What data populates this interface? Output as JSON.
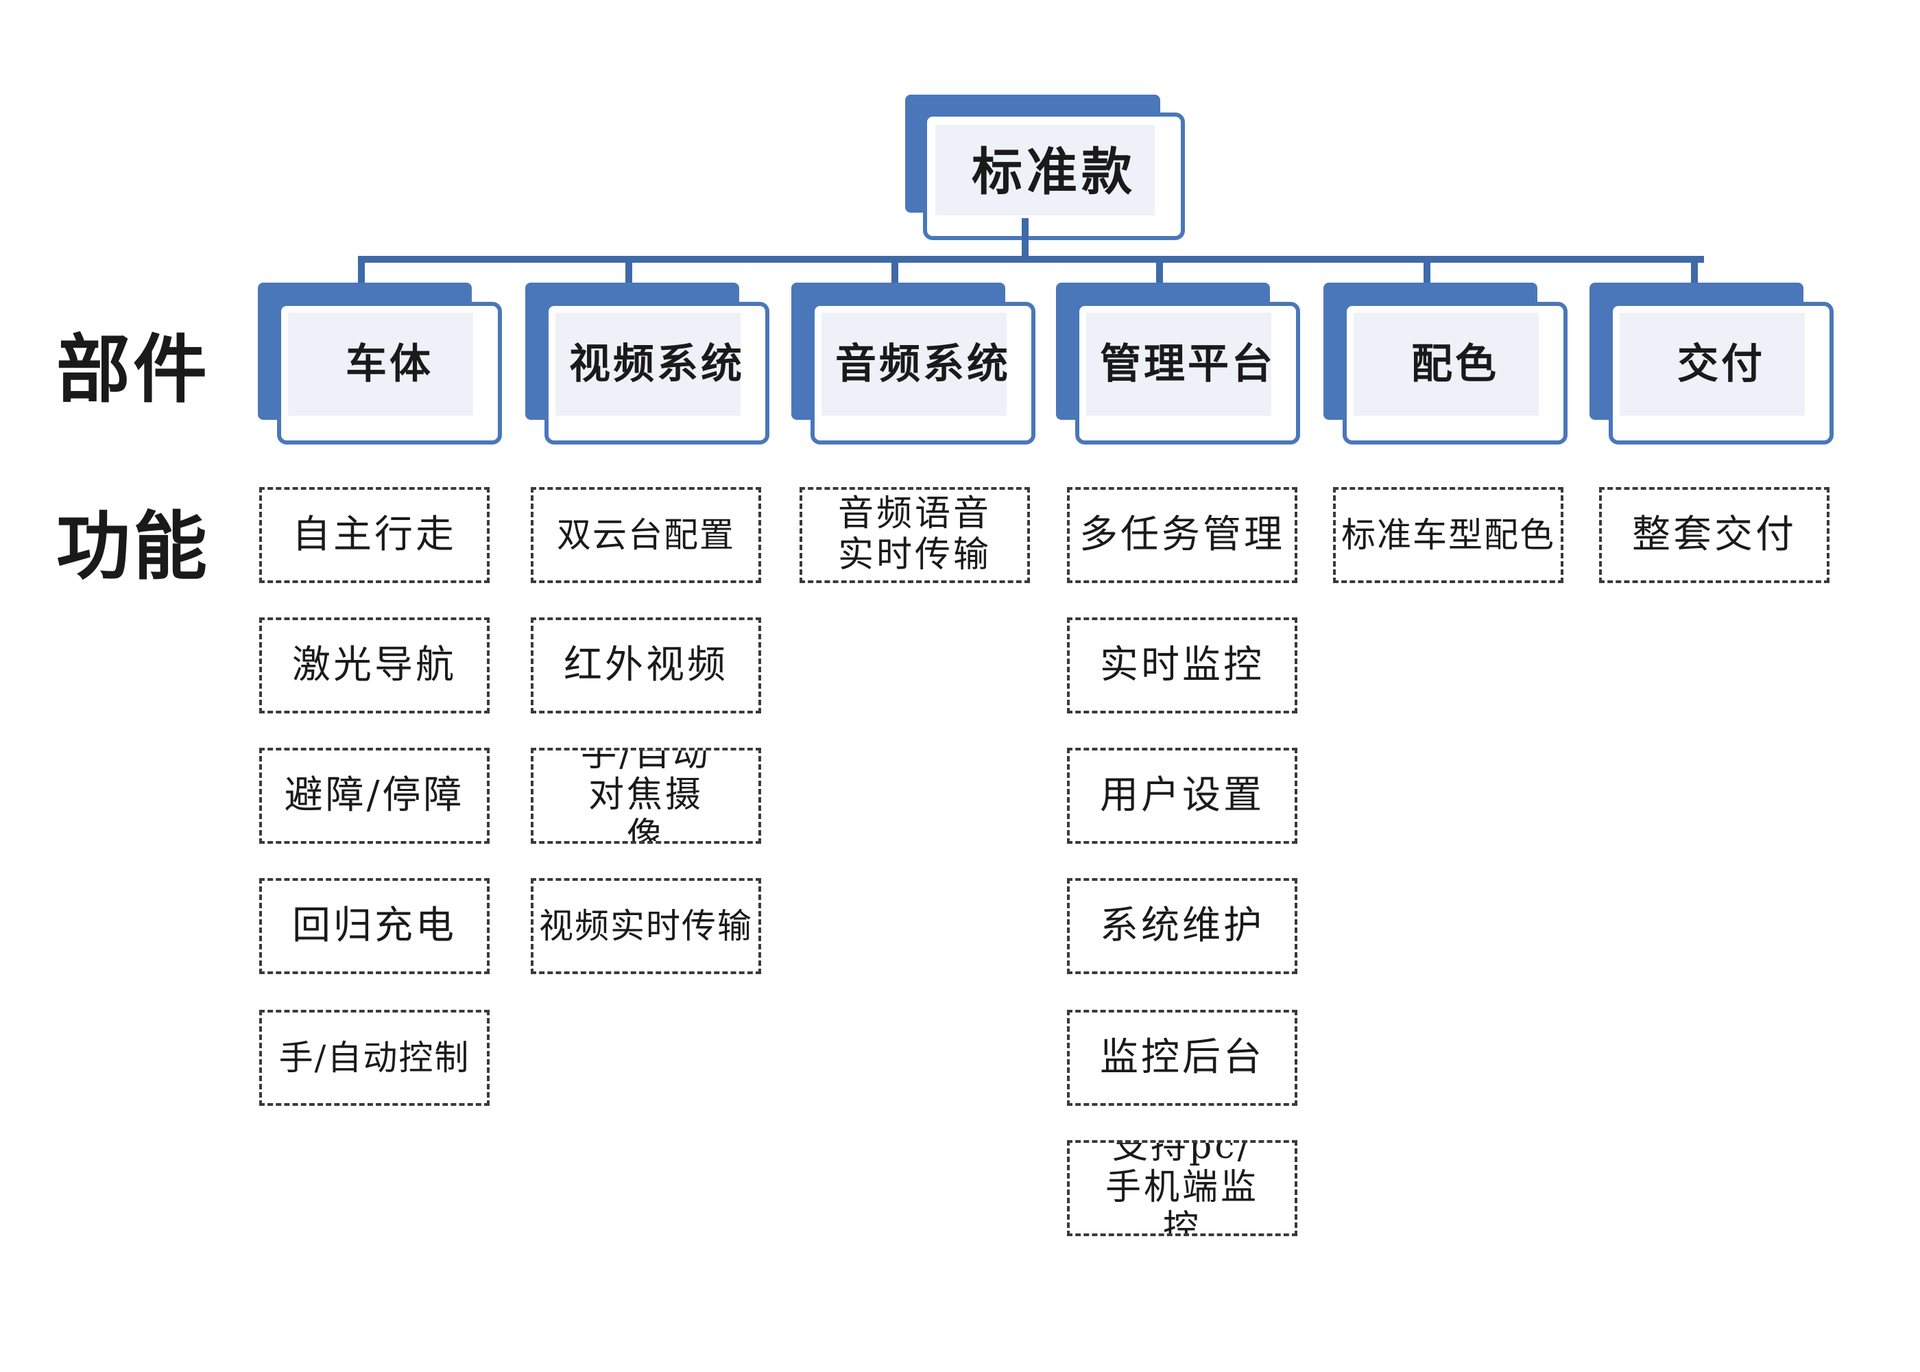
{
  "root": {
    "label": "标准款"
  },
  "row_labels": {
    "components": "部件",
    "functions": "功能"
  },
  "components": [
    {
      "label": "车体",
      "functions": [
        "自主行走",
        "激光导航",
        "避障/停障",
        "回归充电",
        "手/自动控制"
      ]
    },
    {
      "label": "视频系统",
      "functions": [
        "双云台配置",
        "红外视频",
        "手/自动对焦摄像",
        "视频实时传输"
      ]
    },
    {
      "label": "音频系统",
      "functions": [
        "音频语音实时传输"
      ]
    },
    {
      "label": "管理平台",
      "functions": [
        "多任务管理",
        "实时监控",
        "用户设置",
        "系统维护",
        "监控后台",
        "支持pc/手机端监控"
      ]
    },
    {
      "label": "配色",
      "functions": [
        "标准车型配色"
      ]
    },
    {
      "label": "交付",
      "functions": [
        "整套交付"
      ]
    }
  ],
  "colors": {
    "node_blue": "#4a77b9",
    "connector": "#3f6aa8",
    "node_fill": "#eef1f8",
    "dash": "#3a3a3a"
  }
}
